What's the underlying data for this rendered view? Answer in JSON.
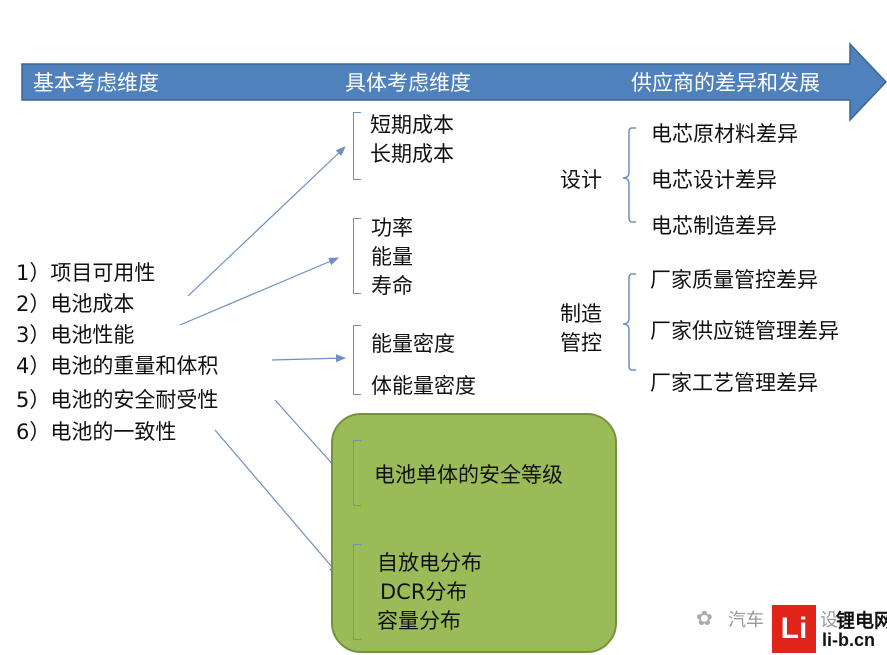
{
  "header": {
    "col1": "基本考虑维度",
    "col2": "具体考虑维度",
    "col3": "供应商的差异和发展"
  },
  "factors": [
    "1）项目可用性",
    "2）电池成本",
    "3）电池性能",
    "4）电池的重量和体积",
    "5）电池的安全耐受性",
    "6）电池的一致性"
  ],
  "cost_group": [
    "短期成本",
    "长期成本"
  ],
  "performance_group": [
    "功率",
    "能量",
    "寿命"
  ],
  "density_group": [
    "能量密度",
    "体能量密度"
  ],
  "safety_group": [
    "电池单体的安全等级"
  ],
  "consistency_group": [
    "自放电分布",
    "DCR分布",
    "容量分布"
  ],
  "supplier": {
    "design_label": "设计",
    "design_items": [
      "电芯原材料差异",
      "电芯设计差异",
      "电芯制造差异"
    ],
    "manufacturing_label_line1": "制造",
    "manufacturing_label_line2": "管控",
    "manufacturing_items": [
      "厂家质量管控差异",
      "厂家供应链管理差异",
      "厂家工艺管理差异"
    ]
  },
  "watermark": {
    "wechat_text": "汽车",
    "wechat_suffix": "设",
    "logo_letters": "Li",
    "site_name": "锂电网",
    "site_url": "li-b.cn"
  },
  "colors": {
    "arrow_fill": "#4f81bd",
    "green_box": "#9bbb59",
    "connector": "#6d8fc2",
    "logo_red": "#e2231a"
  }
}
